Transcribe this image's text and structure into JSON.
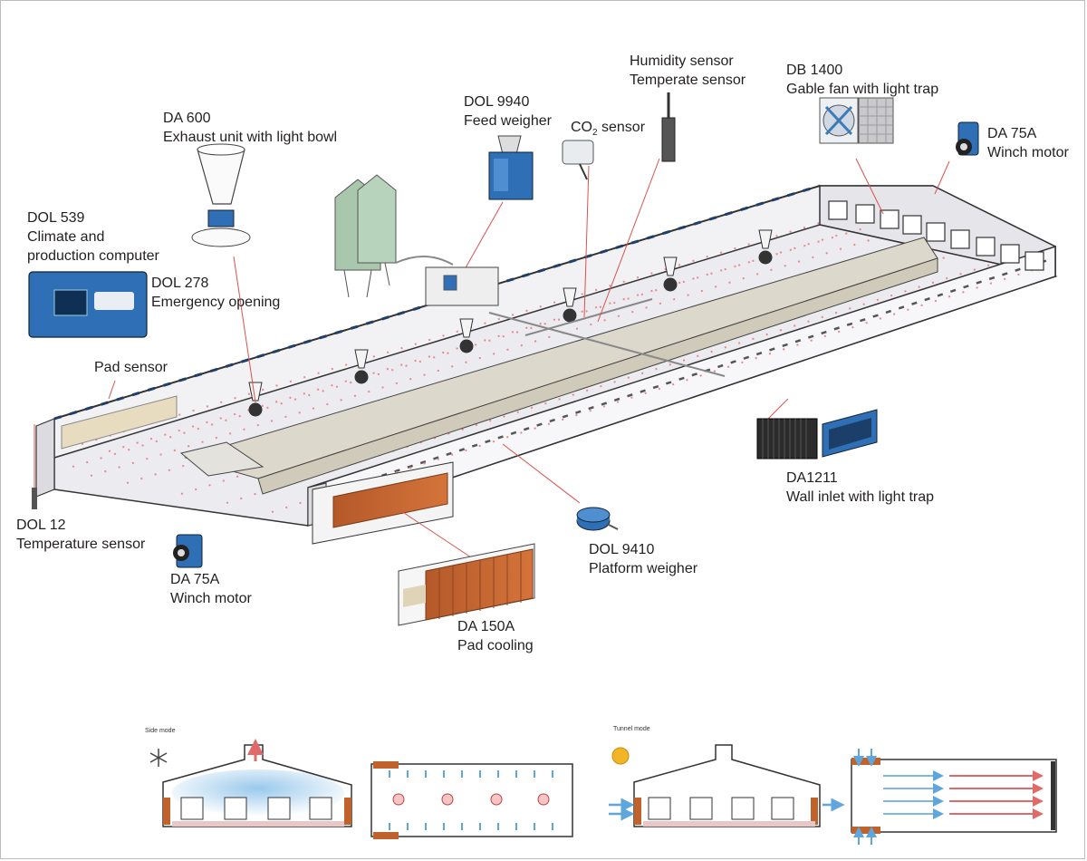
{
  "labels": {
    "da600": {
      "model": "DA 600",
      "desc": "Exhaust unit with light bowl"
    },
    "dol539": {
      "model": "DOL 539",
      "desc1": "Climate and",
      "desc2": "production computer"
    },
    "dol278": {
      "model": "DOL 278",
      "desc": "Emergency opening"
    },
    "pad_sensor": {
      "text": "Pad sensor"
    },
    "dol9940": {
      "model": "DOL 9940",
      "desc": "Feed weigher"
    },
    "co2": {
      "prefix": "CO",
      "sub": "2",
      "suffix": " sensor"
    },
    "humidity": {
      "line1": "Humidity sensor",
      "line2": "Temperate sensor"
    },
    "db1400": {
      "model": "DB 1400",
      "desc": "Gable fan with light trap"
    },
    "da75a_top": {
      "model": "DA 75A",
      "desc": "Winch motor"
    },
    "da1211": {
      "model": "DA1211",
      "desc": "Wall inlet with light trap"
    },
    "dol12": {
      "model": "DOL 12",
      "desc": "Temperature sensor"
    },
    "da75a_bottom": {
      "model": "DA 75A",
      "desc": "Winch motor"
    },
    "dol9410": {
      "model": "DOL 9410",
      "desc": "Platform weigher"
    },
    "da150a": {
      "model": "DA 150A",
      "desc": "Pad cooling"
    }
  },
  "modes": {
    "side": {
      "title": "Side mode",
      "icon": "snowflake-icon"
    },
    "tunnel": {
      "title": "Tunnel mode",
      "icon": "sun-icon"
    }
  },
  "colors": {
    "device_blue": "#2f6fb5",
    "pad_orange": "#c0622c",
    "callout_red": "#d9534f",
    "cool_blue": "#6aaee0",
    "warm_red": "#e06a6a",
    "sun_yellow": "#f2b526"
  }
}
